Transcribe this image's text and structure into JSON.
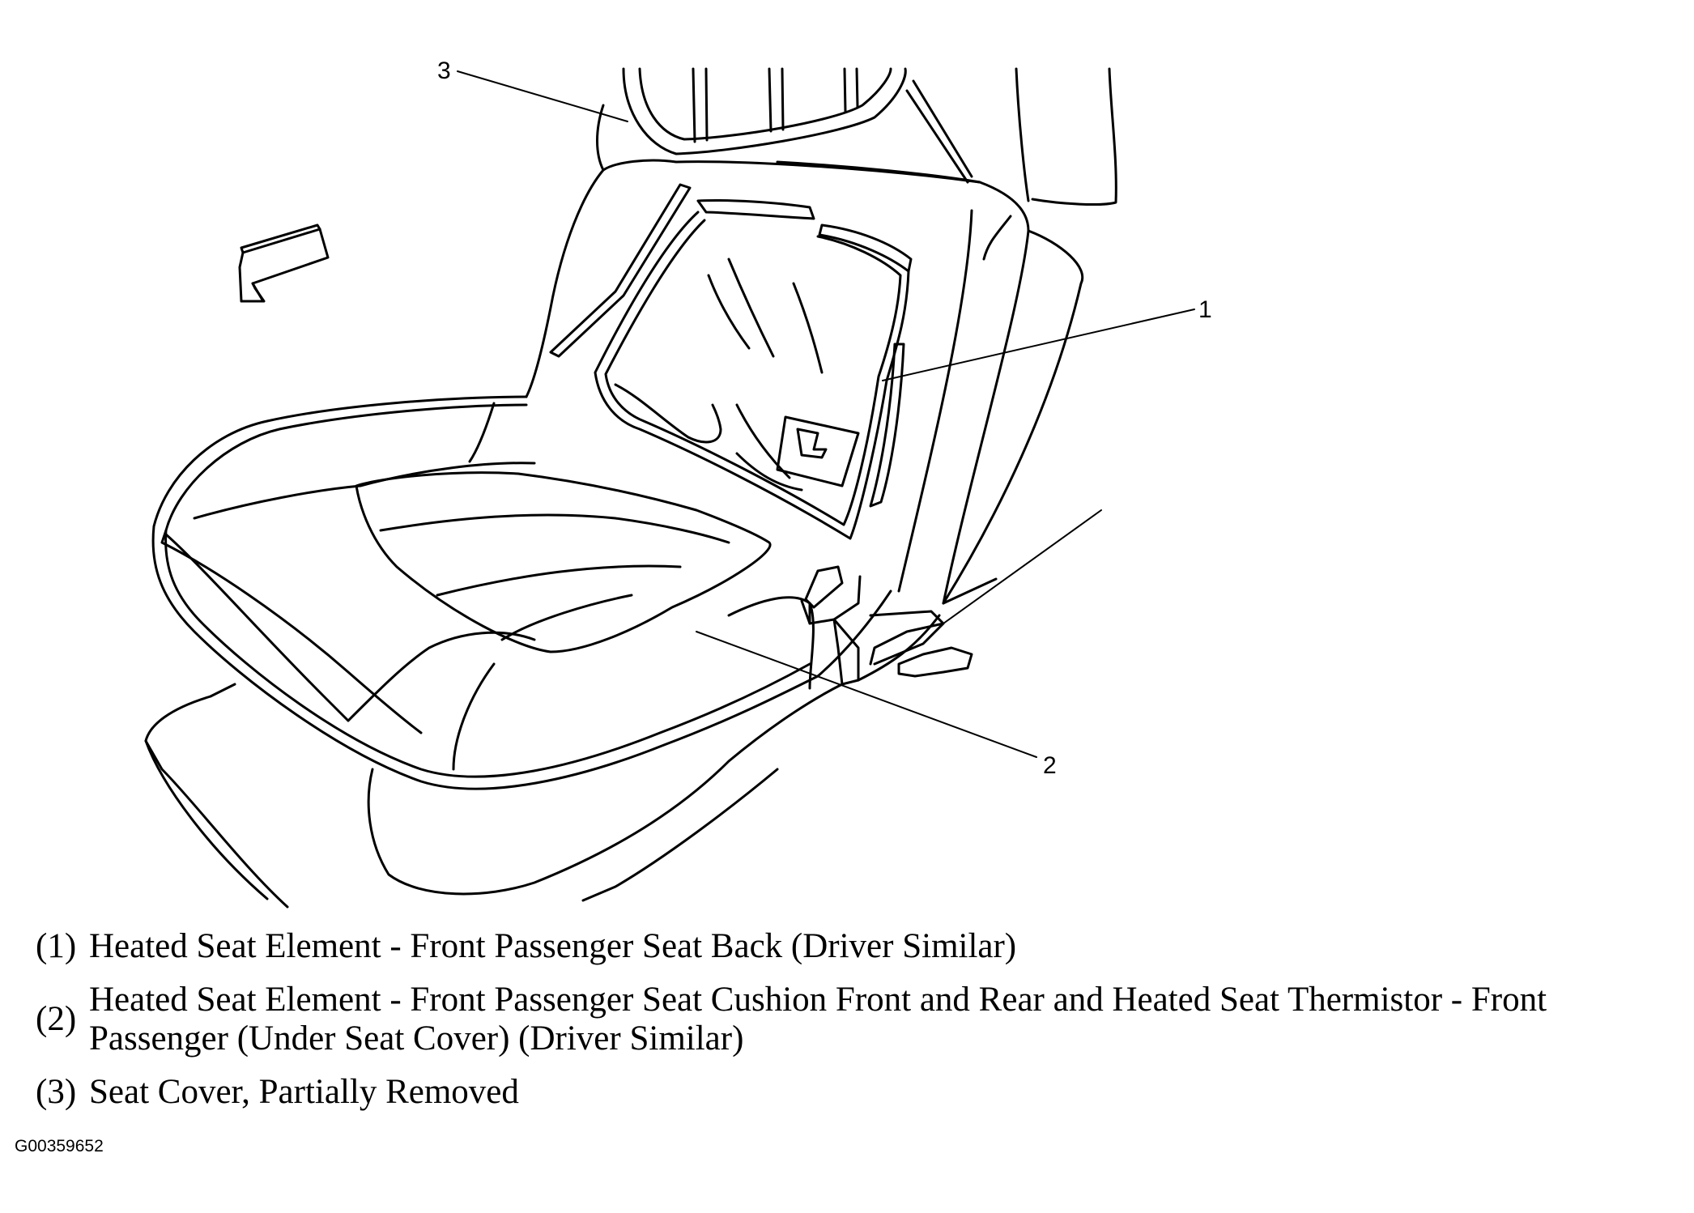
{
  "diagram": {
    "callouts": [
      "1",
      "2",
      "3"
    ],
    "icons": [
      "direction-arrow-icon"
    ]
  },
  "legend": [
    {
      "number": "(1)",
      "text": "Heated Seat Element - Front Passenger Seat Back (Driver Similar)"
    },
    {
      "number": "(2)",
      "text": "Heated Seat Element - Front Passenger Seat Cushion Front and Rear and Heated Seat Thermistor - Front Passenger (Under Seat Cover) (Driver Similar)"
    },
    {
      "number": "(3)",
      "text": "Seat Cover, Partially Removed"
    }
  ],
  "figure_id": "G00359652"
}
